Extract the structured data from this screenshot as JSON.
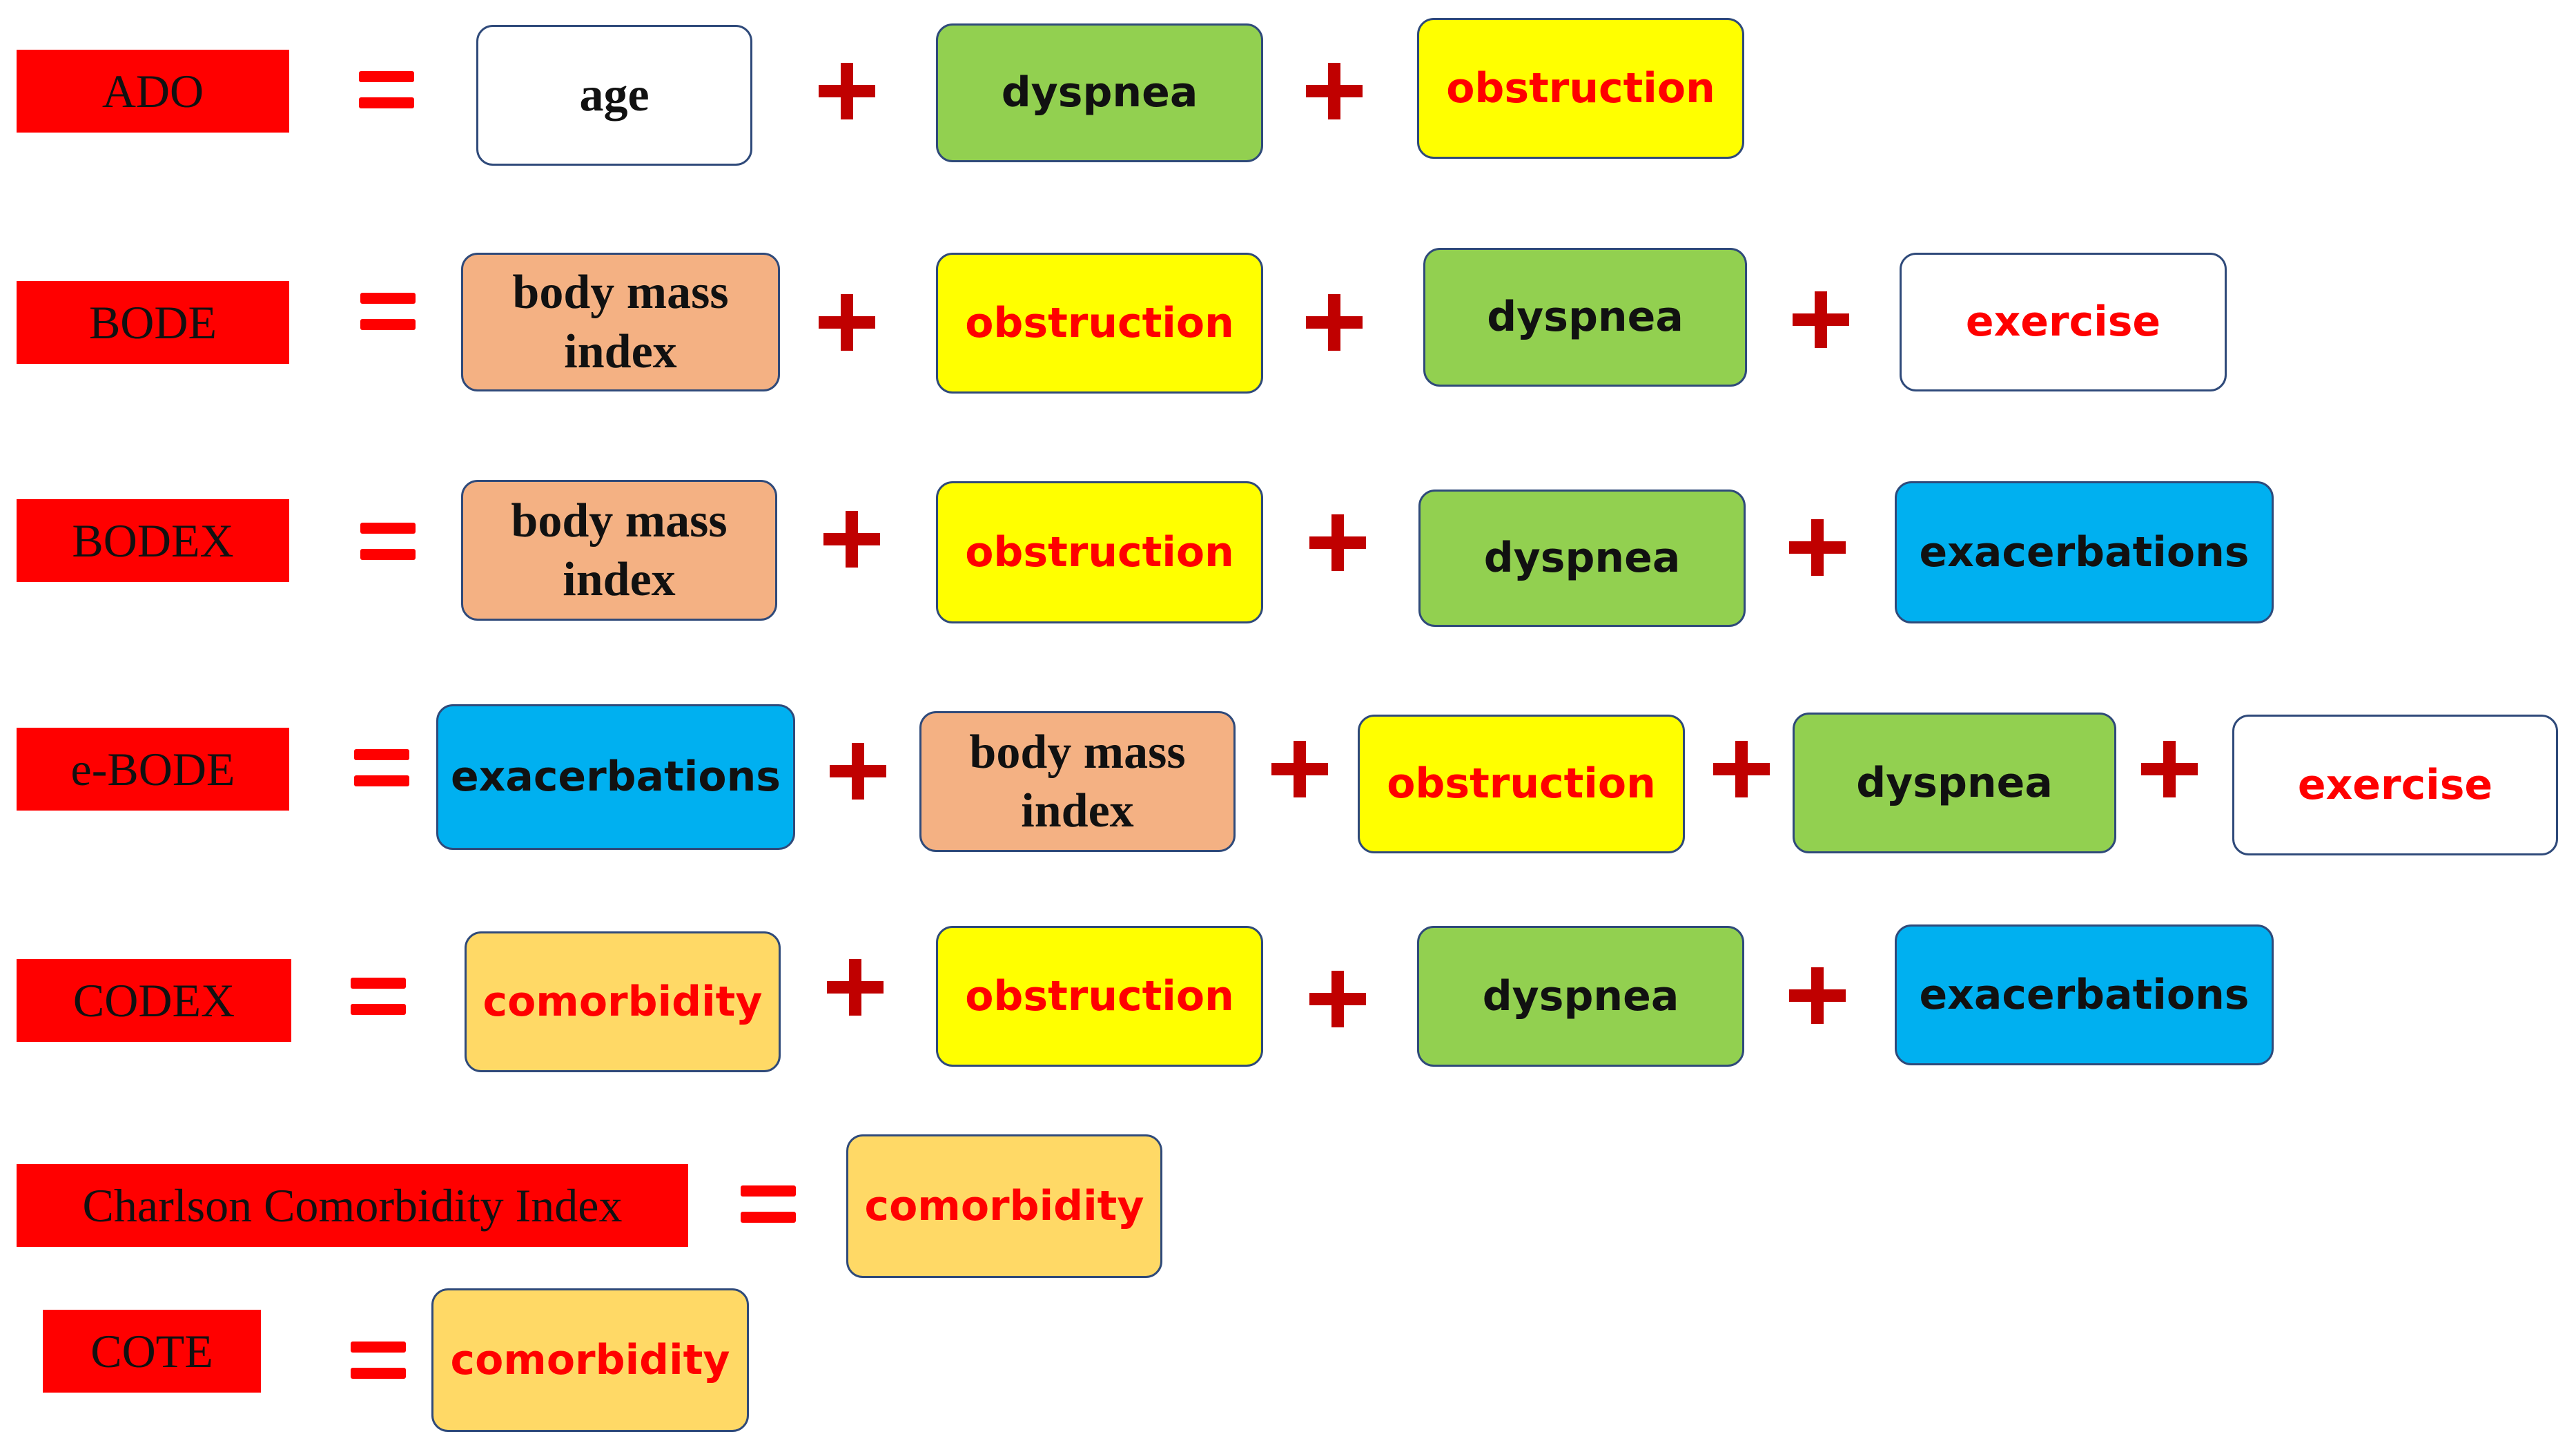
{
  "colors": {
    "label_bg": "#ff0000",
    "equals": "#ff0000",
    "plus": "#c00000",
    "white": "#ffffff",
    "green": "#92d050",
    "yellow": "#ffff00",
    "salmon": "#f4b183",
    "blue": "#00b0f0",
    "light_orange": "#ffd966",
    "text_black": "#111111",
    "text_red": "#ff0000"
  },
  "rows": [
    {
      "label": "ADO",
      "terms": [
        {
          "text": "age",
          "fill": "white",
          "text_color": "text_black",
          "font": "serif"
        },
        {
          "text": "dyspnea",
          "fill": "green",
          "text_color": "text_black"
        },
        {
          "text": "obstruction",
          "fill": "yellow",
          "text_color": "text_red"
        }
      ]
    },
    {
      "label": "BODE",
      "terms": [
        {
          "text": "body mass\nindex",
          "fill": "salmon",
          "text_color": "text_black",
          "font": "serif"
        },
        {
          "text": "obstruction",
          "fill": "yellow",
          "text_color": "text_red"
        },
        {
          "text": "dyspnea",
          "fill": "green",
          "text_color": "text_black"
        },
        {
          "text": "exercise",
          "fill": "white",
          "text_color": "text_red"
        }
      ]
    },
    {
      "label": "BODEX",
      "terms": [
        {
          "text": "body mass\nindex",
          "fill": "salmon",
          "text_color": "text_black",
          "font": "serif"
        },
        {
          "text": "obstruction",
          "fill": "yellow",
          "text_color": "text_red"
        },
        {
          "text": "dyspnea",
          "fill": "green",
          "text_color": "text_black"
        },
        {
          "text": "exacerbations",
          "fill": "blue",
          "text_color": "text_black"
        }
      ]
    },
    {
      "label": "e-BODE",
      "terms": [
        {
          "text": "exacerbations",
          "fill": "blue",
          "text_color": "text_black"
        },
        {
          "text": "body mass\nindex",
          "fill": "salmon",
          "text_color": "text_black",
          "font": "serif"
        },
        {
          "text": "obstruction",
          "fill": "yellow",
          "text_color": "text_red"
        },
        {
          "text": "dyspnea",
          "fill": "green",
          "text_color": "text_black"
        },
        {
          "text": "exercise",
          "fill": "white",
          "text_color": "text_red"
        }
      ]
    },
    {
      "label": "CODEX",
      "terms": [
        {
          "text": "comorbidity",
          "fill": "light_orange",
          "text_color": "text_red"
        },
        {
          "text": "obstruction",
          "fill": "yellow",
          "text_color": "text_red"
        },
        {
          "text": "dyspnea",
          "fill": "green",
          "text_color": "text_black"
        },
        {
          "text": "exacerbations",
          "fill": "blue",
          "text_color": "text_black"
        }
      ]
    },
    {
      "label": "Charlson Comorbidity Index",
      "terms": [
        {
          "text": "comorbidity",
          "fill": "light_orange",
          "text_color": "text_red"
        }
      ]
    },
    {
      "label": "COTE",
      "terms": [
        {
          "text": "comorbidity",
          "fill": "light_orange",
          "text_color": "text_red"
        }
      ]
    }
  ]
}
